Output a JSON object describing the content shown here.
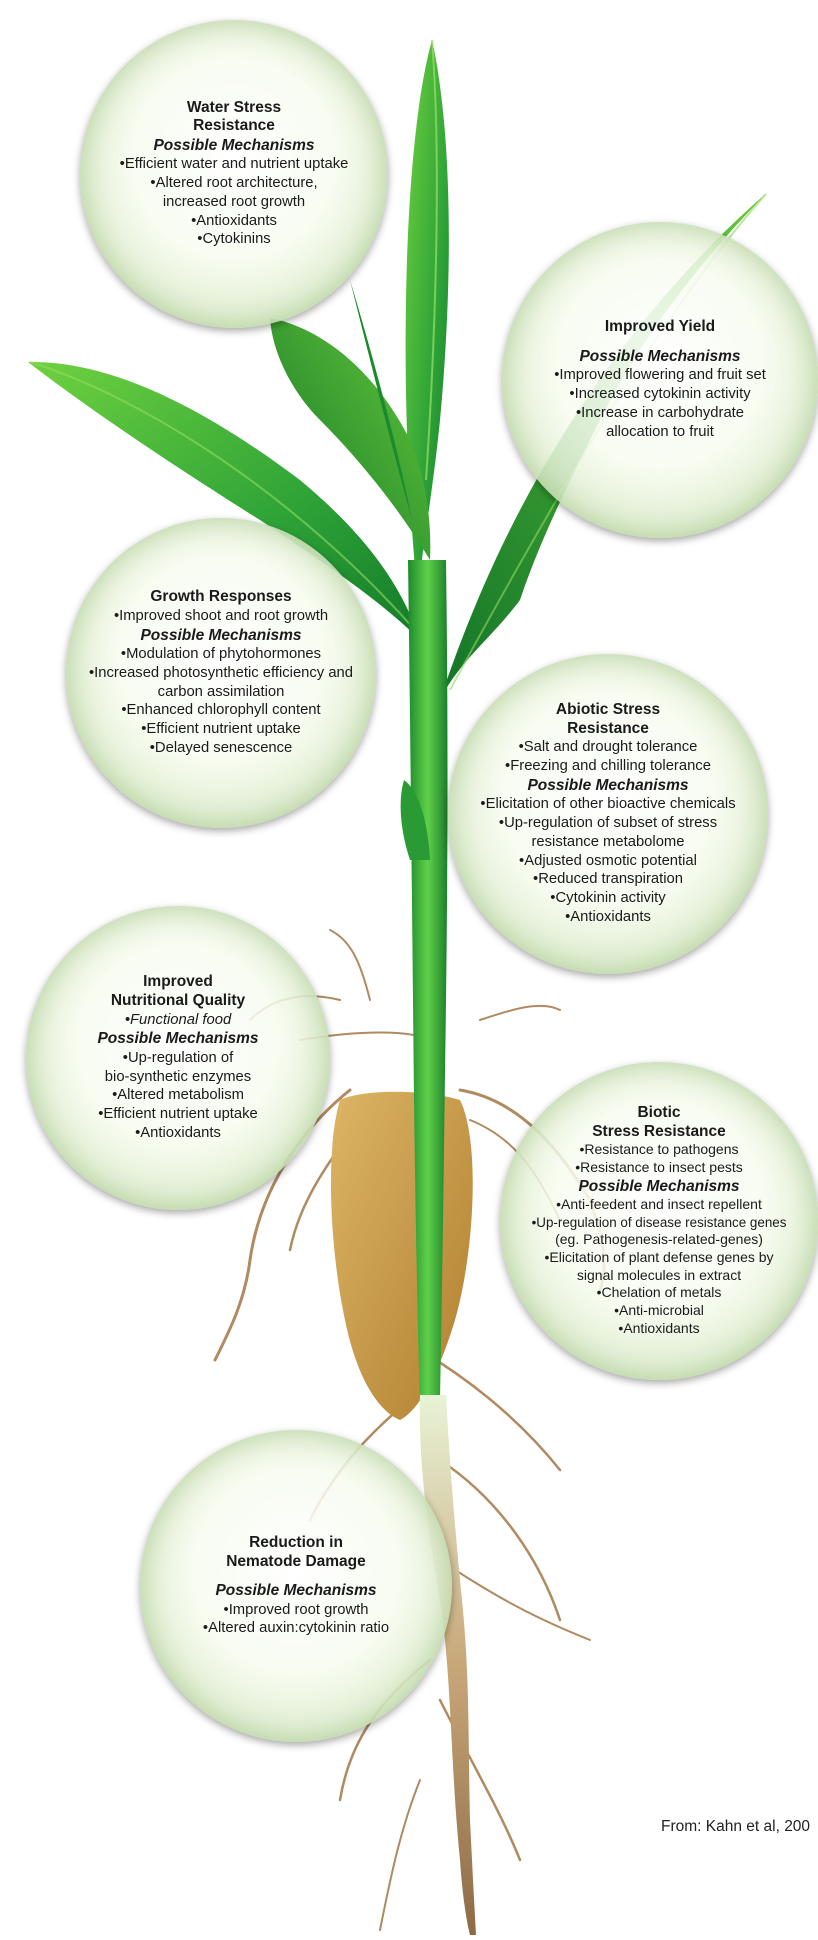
{
  "water": {
    "title": [
      "Water Stress",
      "Resistance"
    ],
    "mechanisms_label": "Possible Mechanisms",
    "mechanisms": [
      "Efficient water and nutrient uptake",
      "Altered root architecture,",
      "increased root growth",
      "Antioxidants",
      "Cytokinins"
    ]
  },
  "yield": {
    "title": [
      "Improved Yield"
    ],
    "mechanisms_label": "Possible Mechanisms",
    "mechanisms": [
      "Improved flowering and fruit set",
      "Increased cytokinin activity",
      "Increase in carbohydrate",
      "allocation to fruit"
    ]
  },
  "growth": {
    "title": [
      "Growth Responses"
    ],
    "effects": [
      "Improved shoot and root growth"
    ],
    "mechanisms_label": "Possible Mechanisms",
    "mechanisms": [
      "Modulation of phytohormones",
      "Increased photosynthetic efficiency and",
      "carbon assimilation",
      "Enhanced chlorophyll content",
      "Efficient nutrient uptake",
      "Delayed senescence"
    ]
  },
  "abiotic": {
    "title": [
      "Abiotic Stress",
      "Resistance"
    ],
    "effects": [
      "Salt and drought tolerance",
      "Freezing and chilling tolerance"
    ],
    "mechanisms_label": "Possible Mechanisms",
    "mechanisms": [
      "Elicitation of other bioactive chemicals",
      "Up-regulation of subset of stress",
      "resistance metabolome",
      "Adjusted osmotic potential",
      "Reduced transpiration",
      "Cytokinin activity",
      "Antioxidants"
    ]
  },
  "nutrition": {
    "title": [
      "Improved",
      "Nutritional Quality"
    ],
    "effects": [
      "Functional food"
    ],
    "mechanisms_label": "Possible Mechanisms",
    "mechanisms": [
      "Up-regulation of",
      "bio-synthetic enzymes",
      "Altered metabolism",
      "Efficient nutrient uptake",
      "Antioxidants"
    ]
  },
  "biotic": {
    "title": [
      "Biotic",
      "Stress Resistance"
    ],
    "effects": [
      "Resistance to pathogens",
      "Resistance to insect pests"
    ],
    "mechanisms_label": "Possible Mechanisms",
    "mechanisms": [
      "Anti-feedent and insect repellent",
      "Up-regulation of disease resistance genes",
      "(eg. Pathogenesis-related-genes)",
      "Elicitation of plant defense genes by",
      "signal molecules in extract",
      "Chelation of metals",
      "Anti-microbial",
      "Antioxidants"
    ]
  },
  "nematode": {
    "title": [
      "Reduction in",
      "Nematode Damage"
    ],
    "mechanisms_label": "Possible Mechanisms",
    "mechanisms": [
      "Improved root growth",
      "Altered auxin:cytokinin ratio"
    ]
  },
  "credit": "From: Kahn et al, 200",
  "colors": {
    "leaf_dark": "#1f8f2e",
    "leaf_light": "#5cc23a",
    "stem": "#2fa83a",
    "seed": "#c9a04f",
    "root": "#a9825a",
    "circle_edge": "#b9d3a0"
  }
}
